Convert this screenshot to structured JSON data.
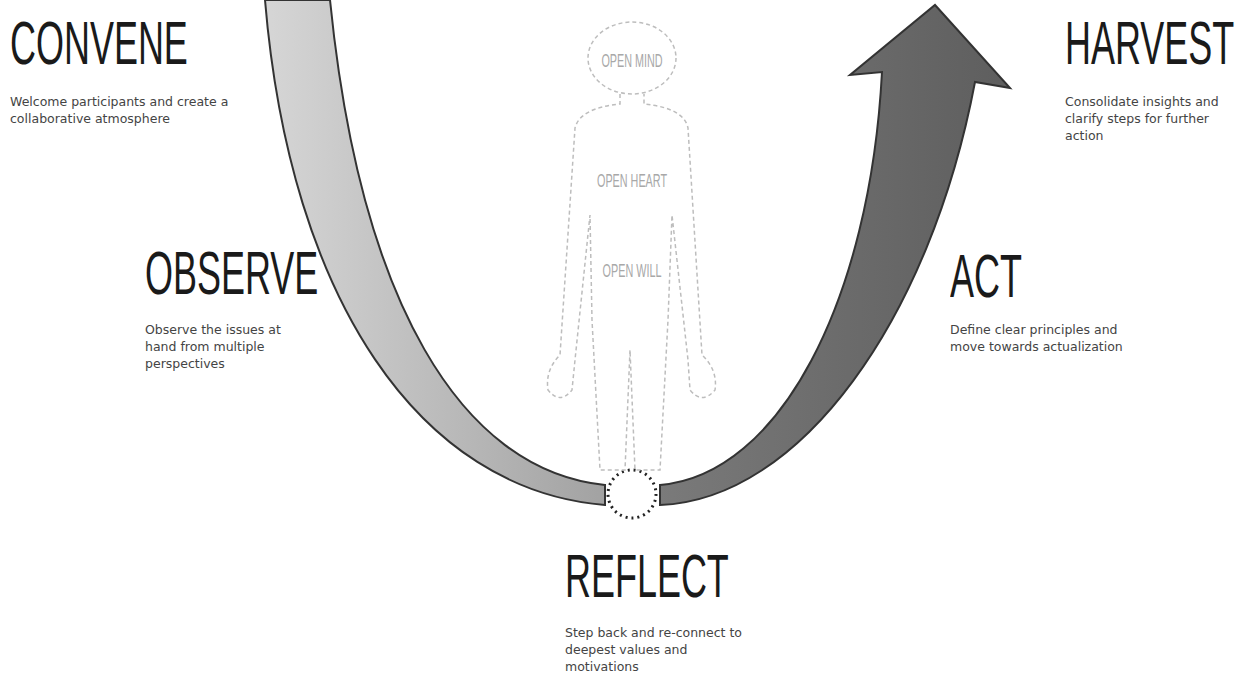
{
  "diagram": {
    "labels": [
      "CONVENE",
      "Welcome participants and create a collaborative atmosphere",
      "OPEN MIND",
      "OPEN HEART",
      "OPEN WILL",
      "HARVEST",
      "Consolidate insights and clarify steps for further action",
      "OBSERVE",
      "Observe the issues at hand from multiple perspectives",
      "ACT",
      "Define clear principles and move towards actualization",
      "REFLECT",
      "Step back and re-connect to deepest values and motivations"
    ]
  }
}
